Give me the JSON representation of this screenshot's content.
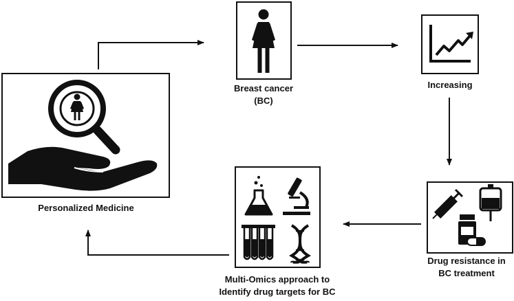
{
  "nodes": {
    "personalized_medicine": {
      "label": "Personalized Medicine"
    },
    "breast_cancer": {
      "label_line1": "Breast cancer",
      "label_line2": "(BC)"
    },
    "increasing": {
      "label": "Increasing"
    },
    "drug_resistance": {
      "label_line1": "Drug resistance in",
      "label_line2": "BC treatment"
    },
    "multi_omics": {
      "label_line1": "Multi-Omics approach to",
      "label_line2": "Identify drug targets for BC"
    }
  },
  "colors": {
    "stroke": "#111111",
    "fill": "#111111",
    "background": "#ffffff"
  }
}
